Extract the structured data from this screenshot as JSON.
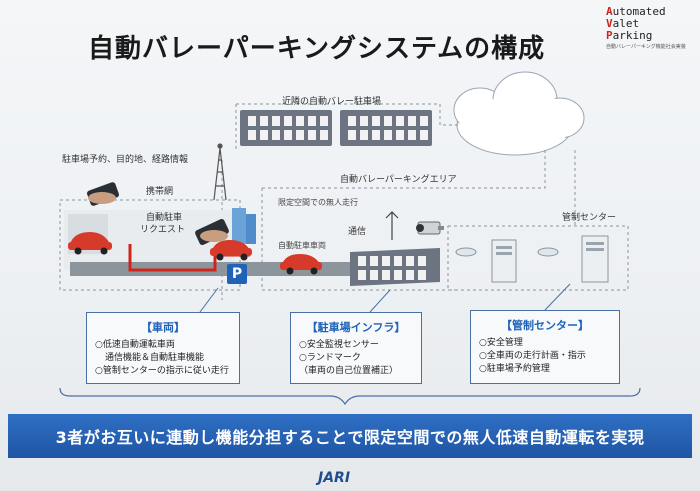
{
  "title": "自動バレーパーキングシステムの構成",
  "logo": {
    "line1": "Automated",
    "line2": "Valet",
    "line3": "Parking",
    "sub": "自動バレーパーキング機能社会実装"
  },
  "diagram": {
    "label_nearby": "近隣の自動バレー駐車場",
    "label_reservation": "駐車場予約、目的地、経路情報",
    "label_mobile": "携帯網",
    "label_request_1": "自動駐車",
    "label_request_2": "リクエスト",
    "label_area": "自動バレーパーキングエリア",
    "label_unmanned": "限定空間での無人走行",
    "label_comm": "通信",
    "label_vehicle": "自動駐車車両",
    "label_control": "管制センター",
    "parking_sign": "P"
  },
  "boxes": {
    "vehicle": {
      "heading": "【車両】",
      "items": [
        "○低速自動運転車両",
        "通信機能＆自動駐車機能",
        "○管制センターの指示に従い走行"
      ]
    },
    "infra": {
      "heading": "【駐車場インフラ】",
      "items": [
        "○安全監視センサー",
        "○ランドマーク",
        "（車両の自己位置補正）"
      ]
    },
    "control": {
      "heading": "【管制センター】",
      "items": [
        "○安全管理",
        "○全車両の走行計画・指示",
        "○駐車場予約管理"
      ]
    }
  },
  "banner": "3者がお互いに連動し機能分担することで限定空間での無人低速自動運転を実現",
  "footer_logo": "JARI",
  "colors": {
    "accent_blue": "#1f62b7",
    "banner_blue": "#2f6fc4",
    "car_red": "#d63a2a",
    "route_red": "#d0241b"
  }
}
